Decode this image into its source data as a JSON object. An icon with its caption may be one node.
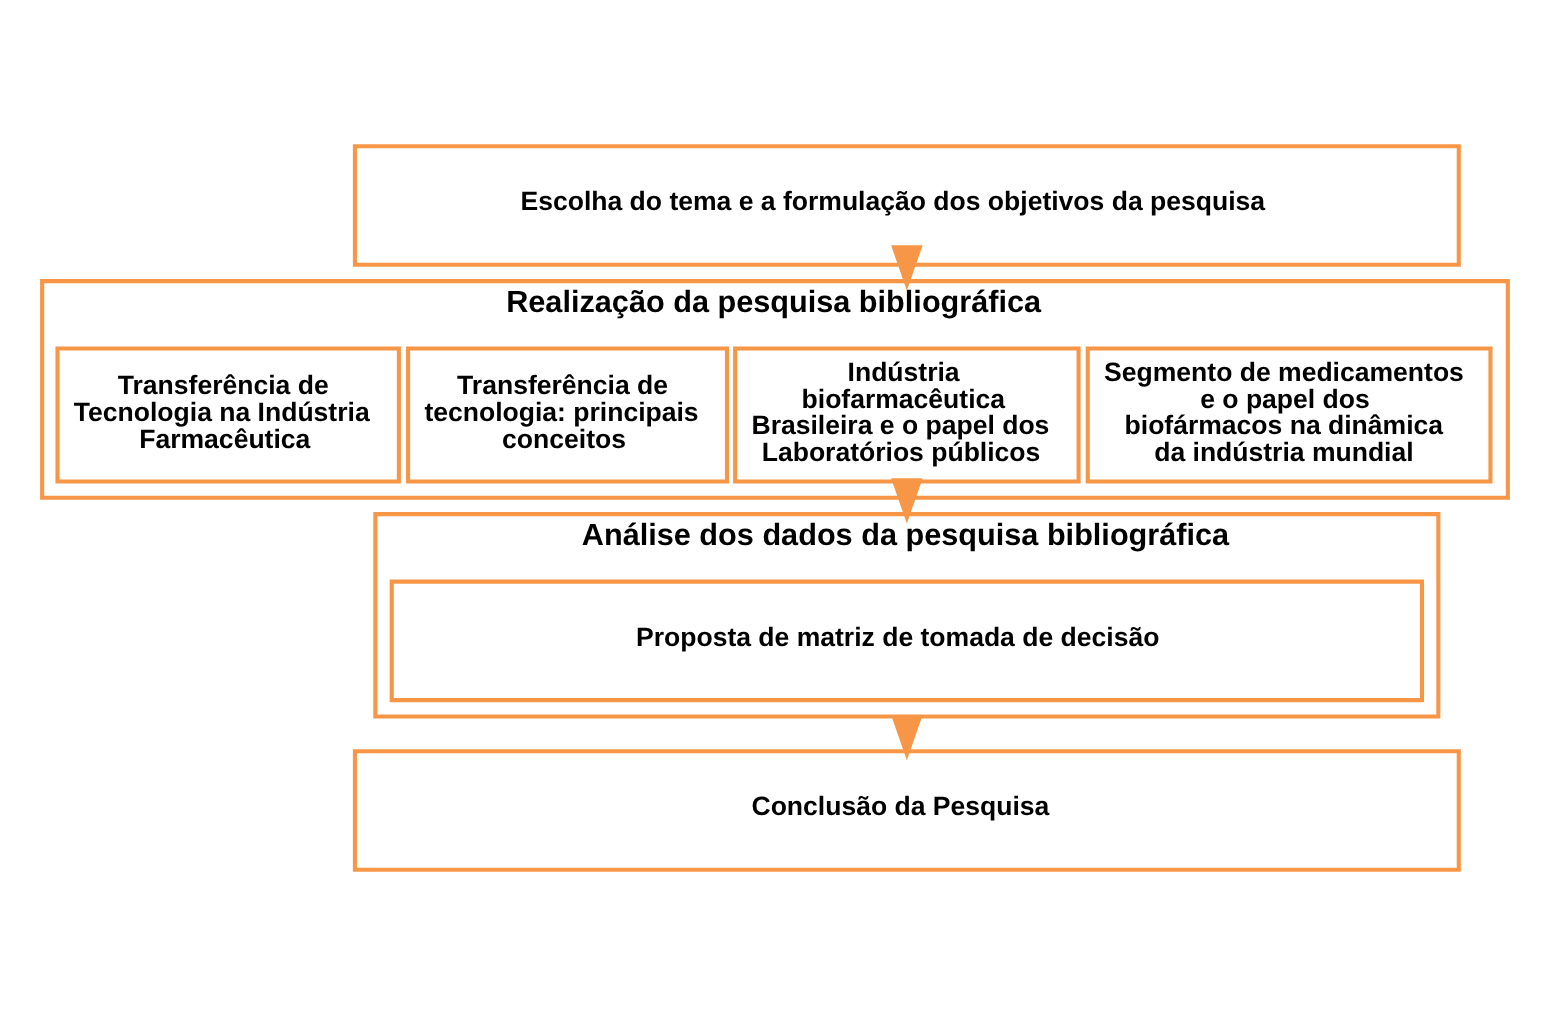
{
  "diagram": {
    "nodes": [
      {
        "text": [
          "Escolha do tema e a formulação dos objetivos da pesquisa"
        ]
      },
      {
        "text": [
          "Realização da pesquisa bibliográfica"
        ]
      },
      {
        "text": [
          "Segmento de medicamentos e o papel dos biofármacos na dinâmica da indústria mundial"
        ],
        "in": 1
      },
      {
        "text": [
          "Indústria biofarmacêutica Brasileira e o papel dos Laboratórios públicos"
        ],
        "in": 1
      },
      {
        "text": [
          "Transferência de tecnologia: principais conceitos"
        ],
        "in": 1
      },
      {
        "text": [
          "Transferência de Tecnologia na Indústria Farmacêutica"
        ],
        "in": 1
      },
      {
        "text": [
          "Análise dos dados da pesquisa bibliográfica"
        ]
      },
      {
        "text": [
          "Proposta de matriz de tomada de decisão"
        ],
        "in": 6
      },
      {
        "text": [
          "Conclusão da Pesquisa"
        ]
      }
    ],
    "edges": [
      {
        "from": 0,
        "to": 1,
        "arrow": "to"
      },
      {
        "from": 1,
        "to": 6,
        "arrow": "to"
      },
      {
        "from": 6,
        "to": 8,
        "arrow": "to"
      }
    ]
  }
}
